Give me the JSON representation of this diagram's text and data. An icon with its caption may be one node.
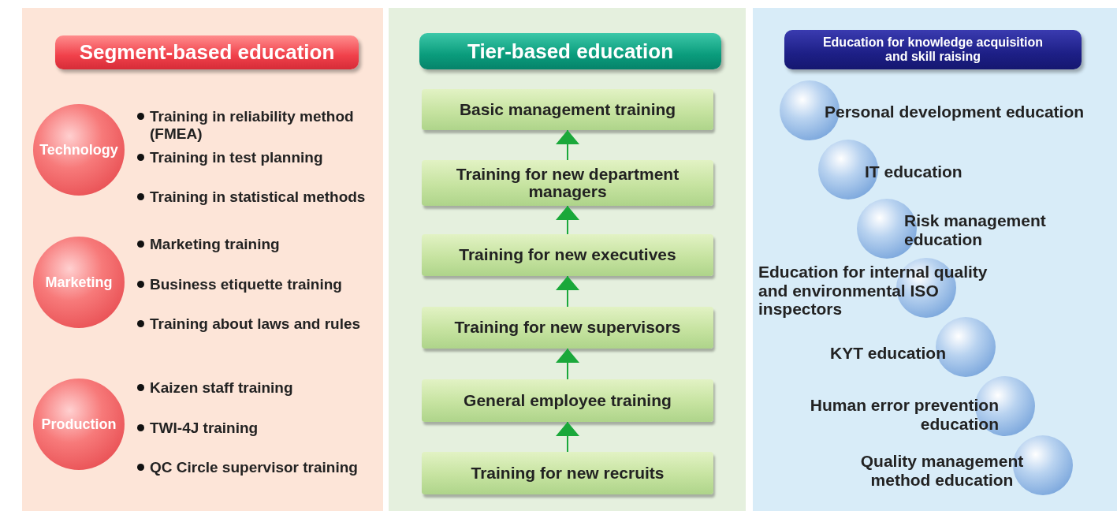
{
  "diagram": {
    "nodes": [
      {
        "text": [],
        "shape": "box"
      },
      {
        "text": [
          "Segment-based education"
        ],
        "in": 0
      },
      {
        "text": [
          "Technology"
        ],
        "in": 0,
        "beside": [
          "Training in reliability method (FMEA)",
          "Training in test planning",
          "Training in statistical methods"
        ]
      },
      {
        "text": [
          "Marketing"
        ],
        "in": 0,
        "beside": [
          "Marketing training",
          "Business etiquette training",
          "Training about laws and rules"
        ]
      },
      {
        "text": [
          "Production"
        ],
        "in": 0,
        "beside": [
          "Kaizen staff training",
          "TWI-4J training",
          "QC Circle supervisor training"
        ]
      },
      {
        "text": [],
        "shape": "box"
      },
      {
        "text": [
          "Tier-based education"
        ],
        "in": 5
      },
      {
        "text": [
          "Basic management training"
        ],
        "in": 5
      },
      {
        "text": [
          "Training for new department managers"
        ],
        "in": 5
      },
      {
        "text": [
          "Training for new executives"
        ],
        "in": 5
      },
      {
        "text": [
          "Training for new supervisors"
        ],
        "in": 5
      },
      {
        "text": [
          "General employee training"
        ],
        "in": 5
      },
      {
        "text": [
          "Training for new recruits"
        ],
        "in": 5
      },
      {
        "text": [],
        "shape": "box"
      },
      {
        "text": [
          "Education for knowledge acquisition and skill raising"
        ],
        "in": 13
      },
      {
        "text": [],
        "shape": "circle",
        "in": 13,
        "beside": [
          "Personal development education"
        ]
      },
      {
        "text": [],
        "shape": "circle",
        "in": 13,
        "beside": [
          "IT education"
        ]
      },
      {
        "text": [],
        "shape": "circle",
        "in": 13,
        "beside": [
          "Risk management education"
        ]
      },
      {
        "text": [],
        "shape": "circle",
        "in": 13,
        "beside": [
          "Education for internal quality and environmental ISO inspectors"
        ]
      },
      {
        "text": [],
        "shape": "circle",
        "in": 13,
        "beside": [
          "KYT education"
        ]
      },
      {
        "text": [],
        "shape": "circle",
        "in": 13,
        "beside": [
          "Human error prevention education"
        ]
      },
      {
        "text": [],
        "shape": "circle",
        "in": 13,
        "beside": [
          "Quality management method education"
        ]
      }
    ],
    "edges": [
      {
        "from": 12,
        "to": 11,
        "arrow": "to"
      },
      {
        "from": 11,
        "to": 10,
        "arrow": "to"
      },
      {
        "from": 10,
        "to": 9,
        "arrow": "to"
      },
      {
        "from": 9,
        "to": 8,
        "arrow": "to"
      },
      {
        "from": 8,
        "to": 7,
        "arrow": "to"
      }
    ]
  }
}
